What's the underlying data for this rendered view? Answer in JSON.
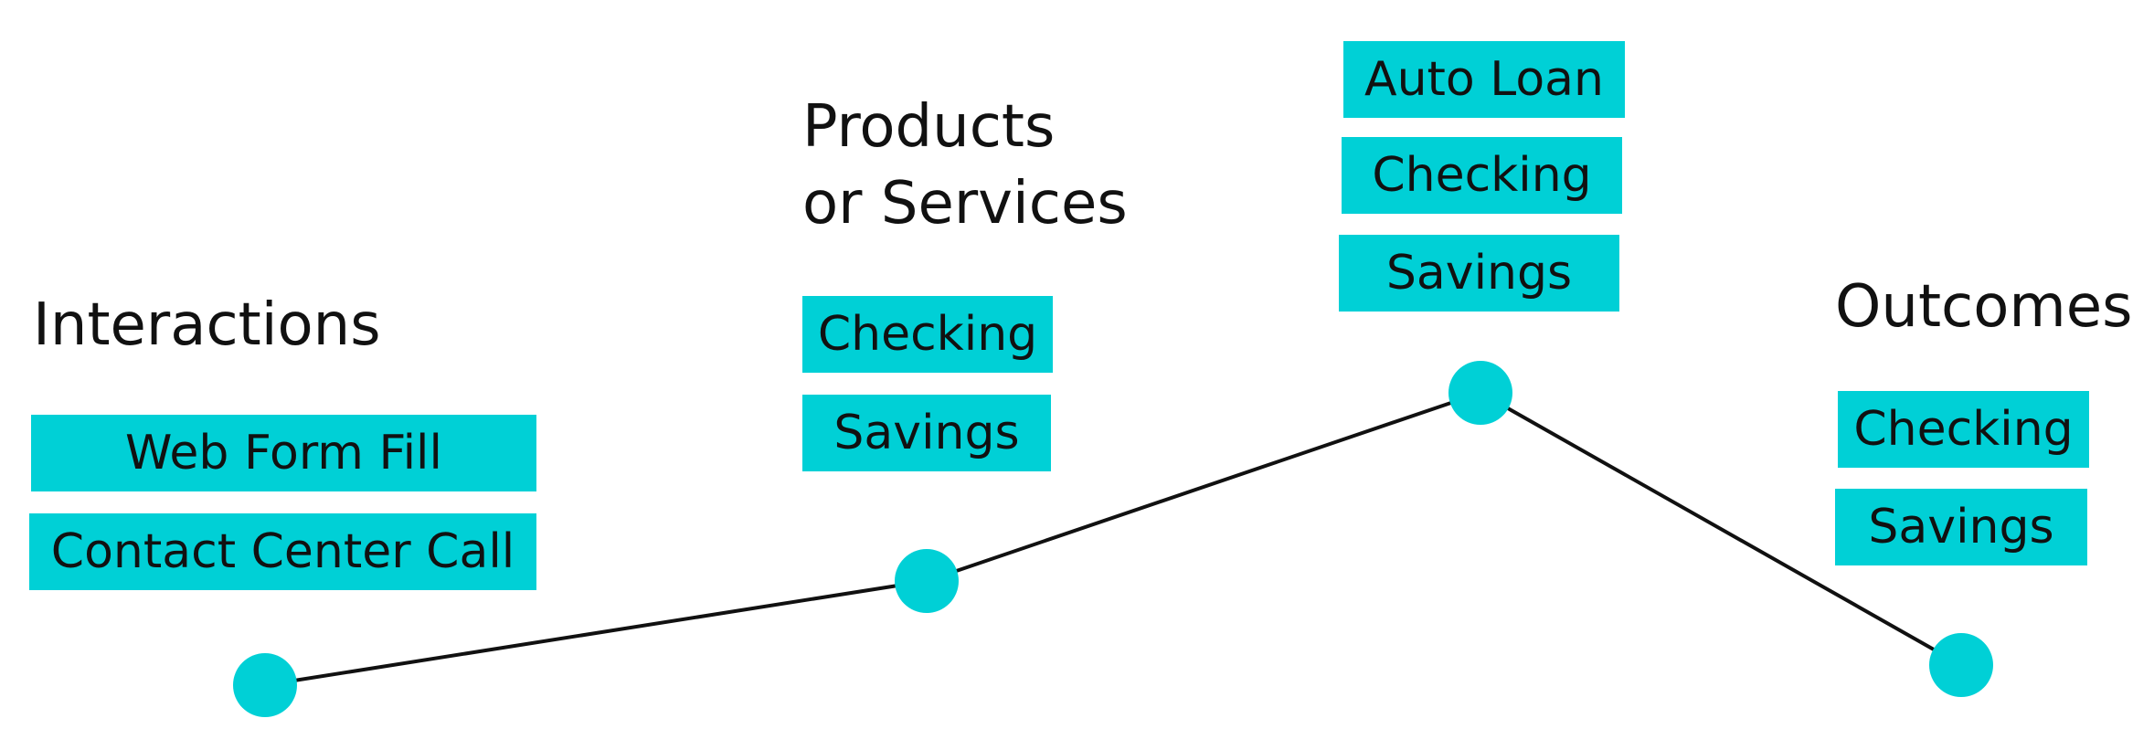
{
  "colors": {
    "accent": "#00d0d6",
    "line": "#111111",
    "text": "#111111",
    "background": "#ffffff"
  },
  "stages": [
    {
      "heading_lines": [
        "Interactions"
      ],
      "tags": [
        "Web Form Fill",
        "Contact Center Call"
      ]
    },
    {
      "heading_lines": [
        "Products",
        "or Services"
      ],
      "tags": [
        "Checking",
        "Savings"
      ]
    },
    {
      "heading_lines": [],
      "tags": [
        "Auto Loan",
        "Checking",
        "Savings"
      ]
    },
    {
      "heading_lines": [
        "Outcomes"
      ],
      "tags": [
        "Checking",
        "Savings"
      ]
    }
  ]
}
